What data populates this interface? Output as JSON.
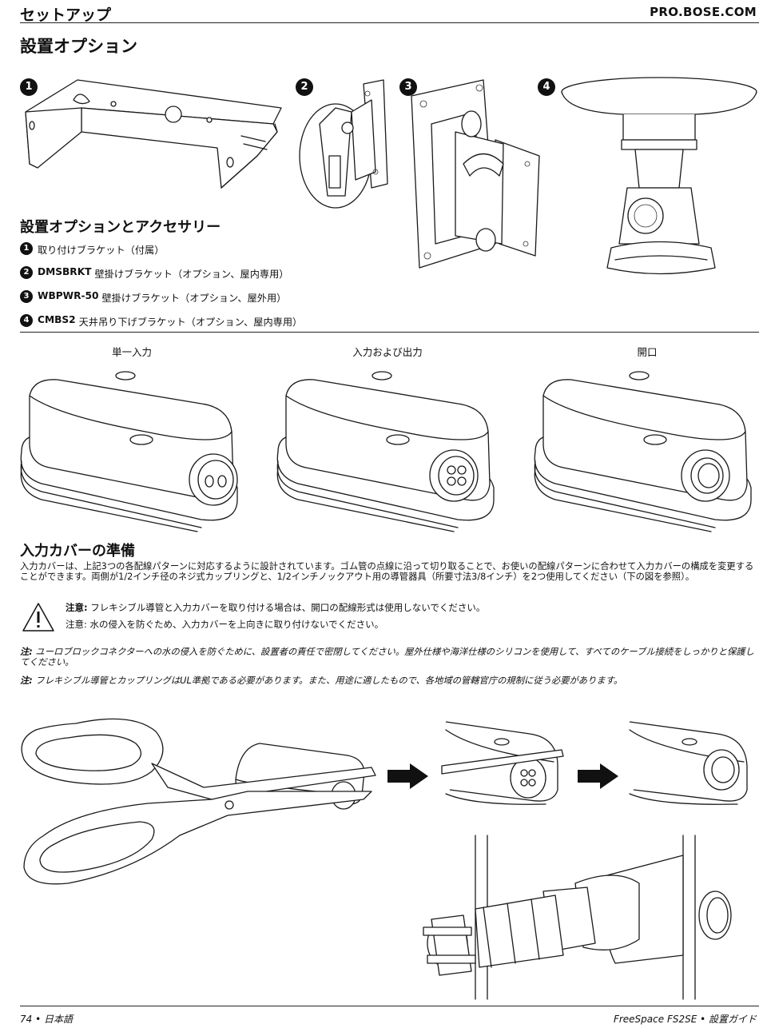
{
  "header": {
    "section": "セットアップ",
    "site": "PRO.BOSE.COM"
  },
  "mounting": {
    "title": "設置オプション",
    "figure_badges": [
      "1",
      "2",
      "3",
      "4"
    ],
    "accessories_title": "設置オプションとアクセサリー",
    "items": [
      {
        "badge": "1",
        "code": "",
        "text": "取り付けブラケット（付属）"
      },
      {
        "badge": "2",
        "code": "DMSBRKT",
        "text": "壁掛けブラケット（オプション、屋内専用）"
      },
      {
        "badge": "3",
        "code": "WBPWR-50",
        "text": "壁掛けブラケット（オプション、屋外用）"
      },
      {
        "badge": "4",
        "code": "CMBS2",
        "text": "天井吊り下げブラケット（オプション、屋内専用）"
      }
    ]
  },
  "input_covers": {
    "labels": [
      "単一入力",
      "入力および出力",
      "開口"
    ]
  },
  "prep": {
    "title": "入力カバーの準備",
    "body": "入力カバーは、上記3つの各配線パターンに対応するように設計されています。ゴム管の点線に沿って切り取ることで、お使いの配線パターンに合わせて入力カバーの構成を変更することができます。両側が1/2インチ径のネジ式カップリングと、1/2インチノックアウト用の導管器具（所要寸法3/8インチ）を2つ使用してください（下の図を参照）。",
    "caution_label": "注意:",
    "caution1": "フレキシブル導管と入力カバーを取り付ける場合は、開口の配線形式は使用しないでください。",
    "caution2": "注意: 水の侵入を防ぐため、入力カバーを上向きに取り付けないでください。",
    "note_label": "注:",
    "note1": "ユーロブロックコネクターへの水の侵入を防ぐために、設置者の責任で密閉してください。屋外仕様や海洋仕様のシリコンを使用して、すべてのケーブル接続をしっかりと保護してください。",
    "note2": "フレキシブル導管とカップリングはUL準拠である必要があります。また、用途に適したもので、各地域の管轄官庁の規制に従う必要があります。"
  },
  "footer": {
    "page": "74 • 日本語",
    "doc": "FreeSpace FS2SE • 設置ガイド"
  }
}
